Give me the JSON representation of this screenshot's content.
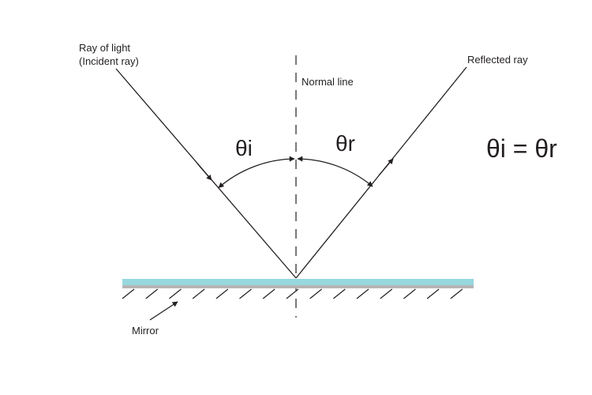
{
  "labels": {
    "incident_line1": "Ray of light",
    "incident_line2": "(Incident ray)",
    "normal": "Normal line",
    "reflected": "Reflected ray",
    "theta_i": "θi",
    "theta_r": "θr",
    "equation": "θi = θr",
    "mirror": "Mirror"
  },
  "colors": {
    "mirror_glass": "#97d8de",
    "mirror_back": "#b8b4b6",
    "line": "#231f20"
  }
}
